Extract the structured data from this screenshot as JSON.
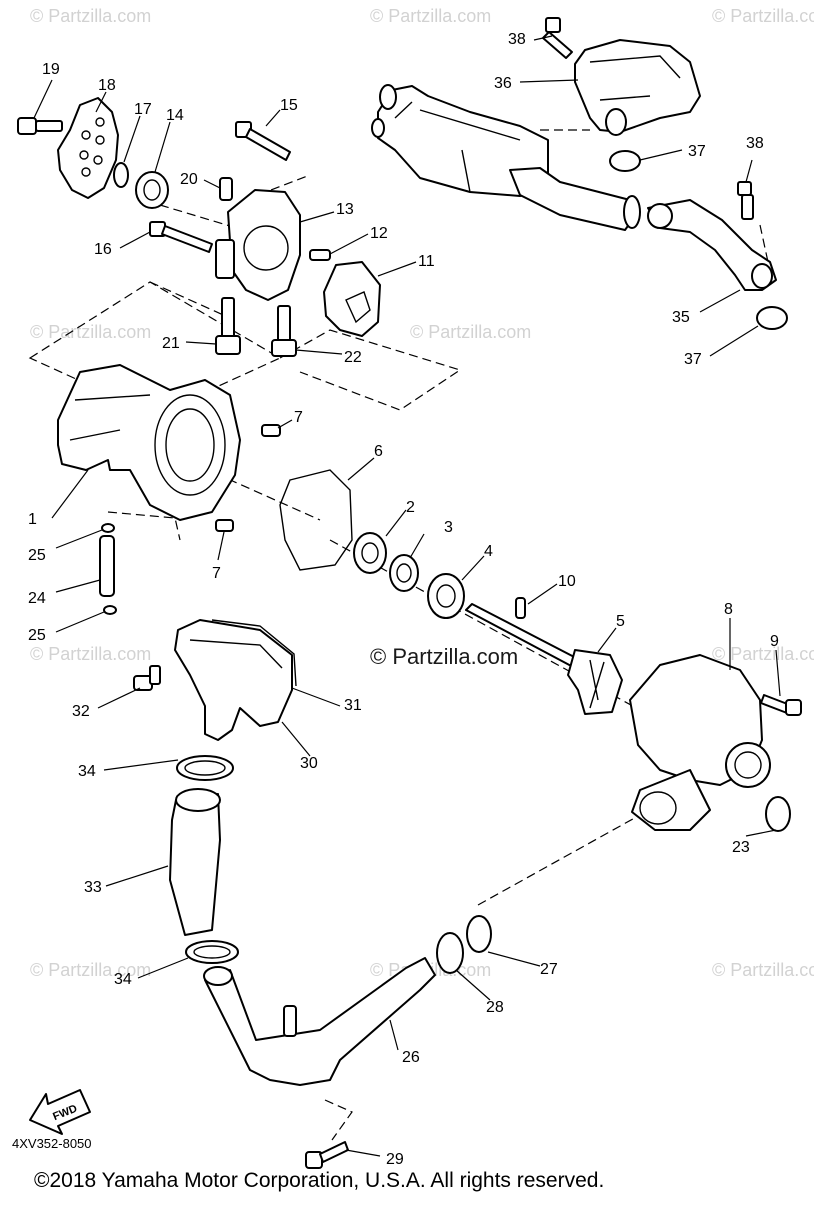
{
  "watermarks": {
    "brand": "© Partzilla.com",
    "main": "© Partzilla.com"
  },
  "diagram_code": "4XV352-8050",
  "fwd_label": "FWD",
  "copyright": "©2018  Yamaha Motor Corporation, U.S.A. All rights reserved.",
  "callouts": [
    "1",
    "2",
    "3",
    "4",
    "5",
    "6",
    "7",
    "7",
    "8",
    "9",
    "10",
    "11",
    "12",
    "13",
    "14",
    "15",
    "16",
    "17",
    "18",
    "19",
    "20",
    "21",
    "22",
    "23",
    "24",
    "25",
    "25",
    "26",
    "27",
    "28",
    "29",
    "30",
    "31",
    "32",
    "33",
    "34",
    "34",
    "35",
    "36",
    "37",
    "37",
    "38",
    "38"
  ]
}
